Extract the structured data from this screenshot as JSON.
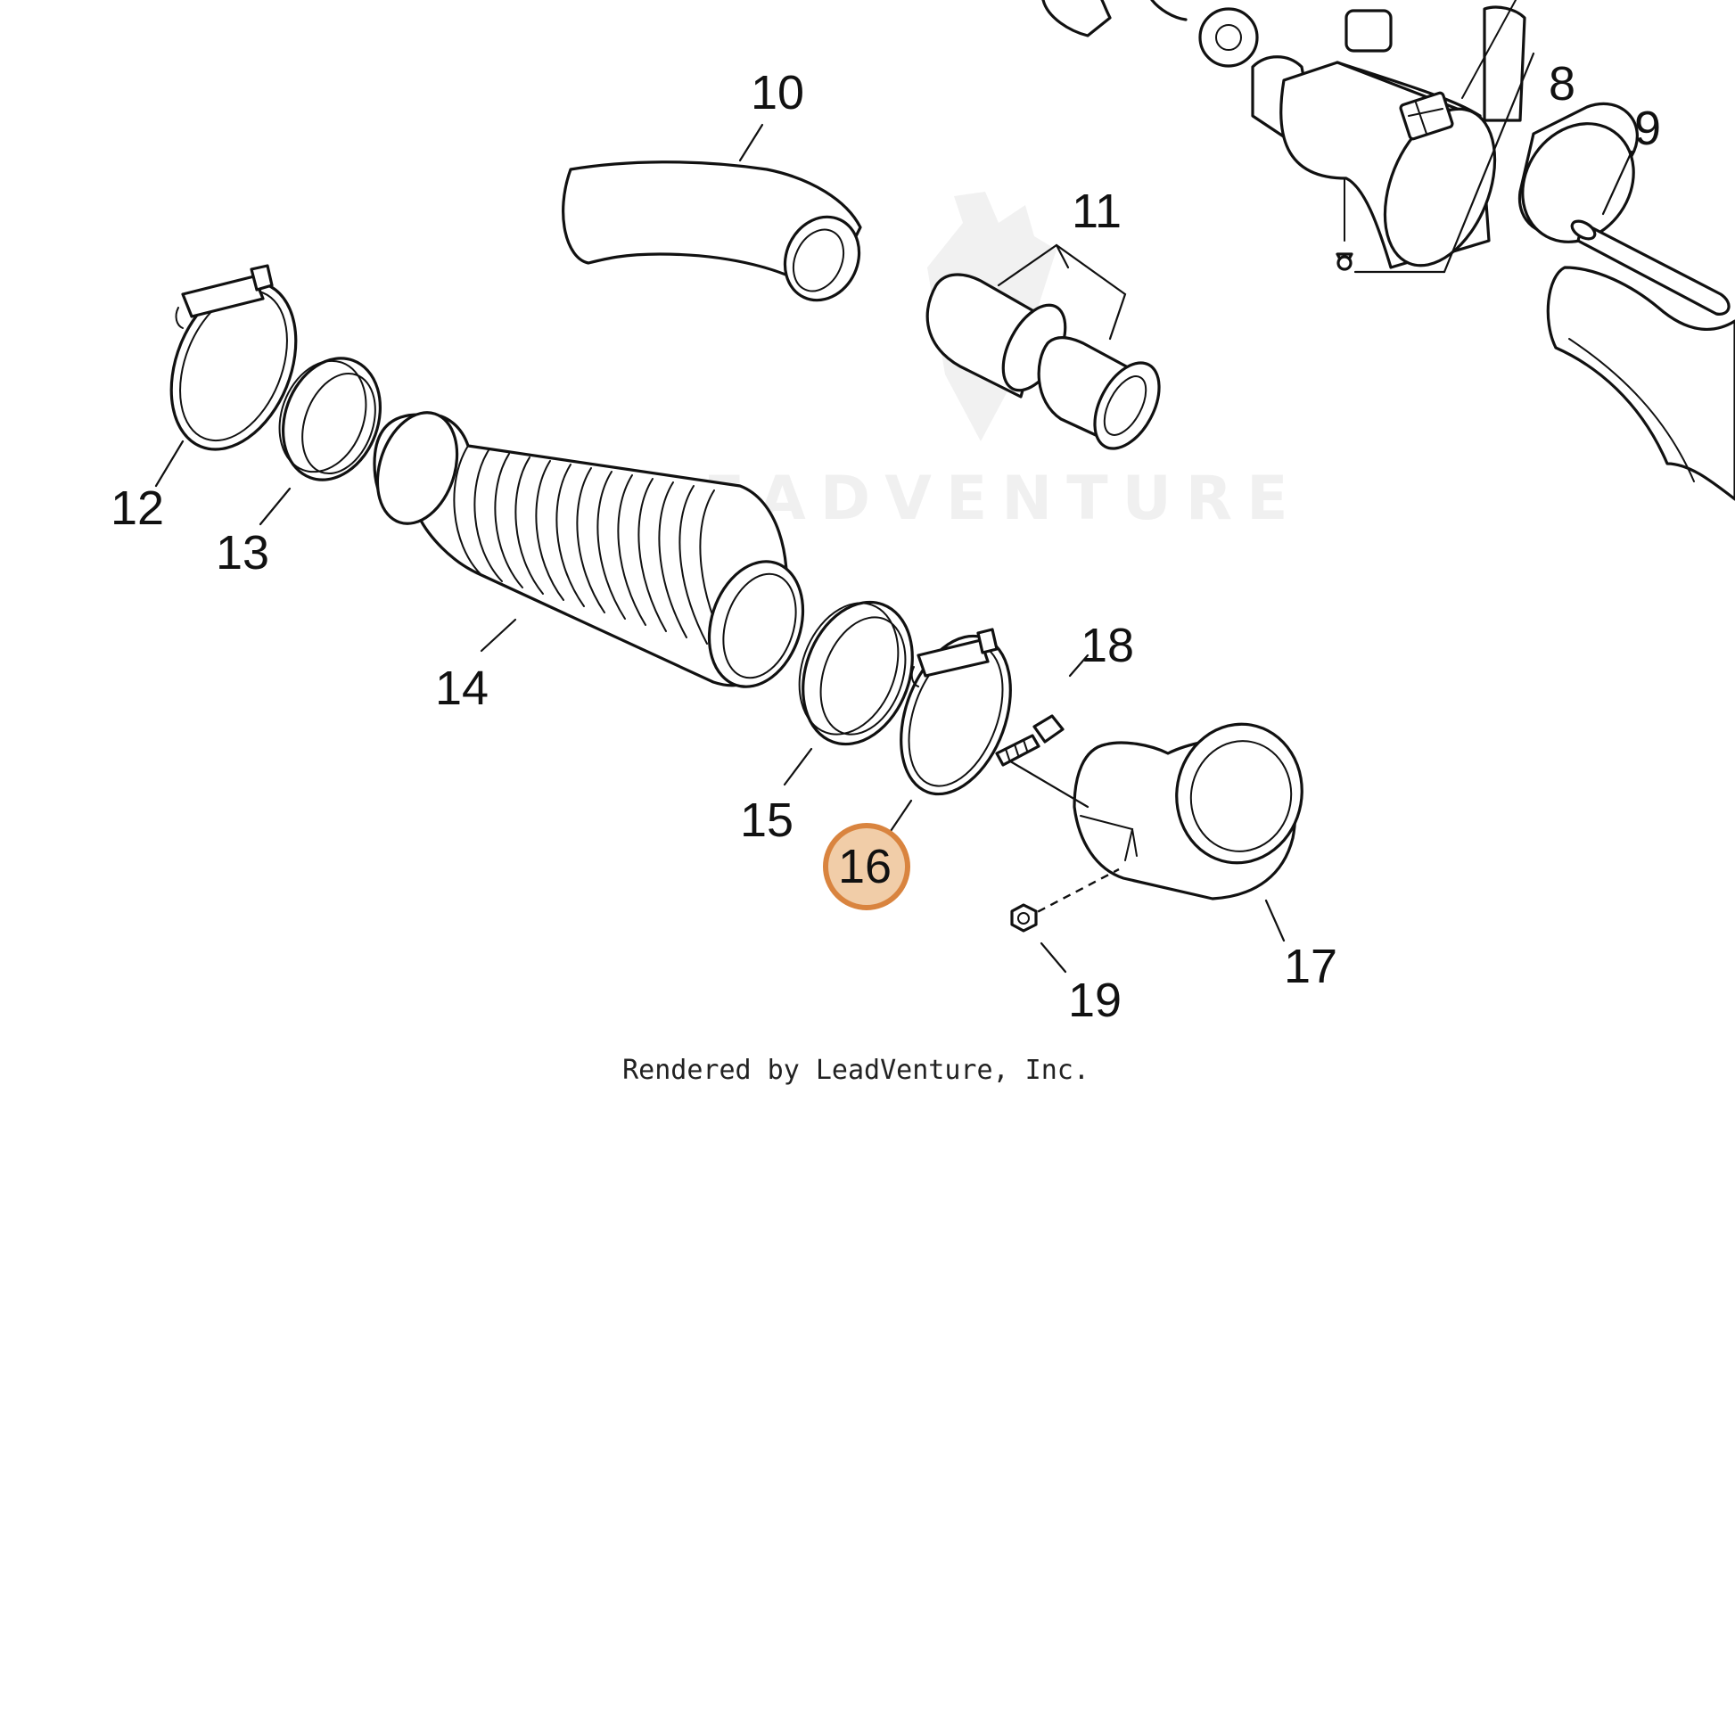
{
  "diagram": {
    "callouts": [
      "8",
      "9",
      "10",
      "11",
      "12",
      "13",
      "14",
      "15",
      "16",
      "17",
      "18",
      "19"
    ],
    "highlighted_callout": "16",
    "highlight_color": "#f1cda8",
    "highlight_border_color": "#d9843f",
    "watermark": "LEADVENTURE",
    "credit": "Rendered by LeadVenture, Inc."
  }
}
